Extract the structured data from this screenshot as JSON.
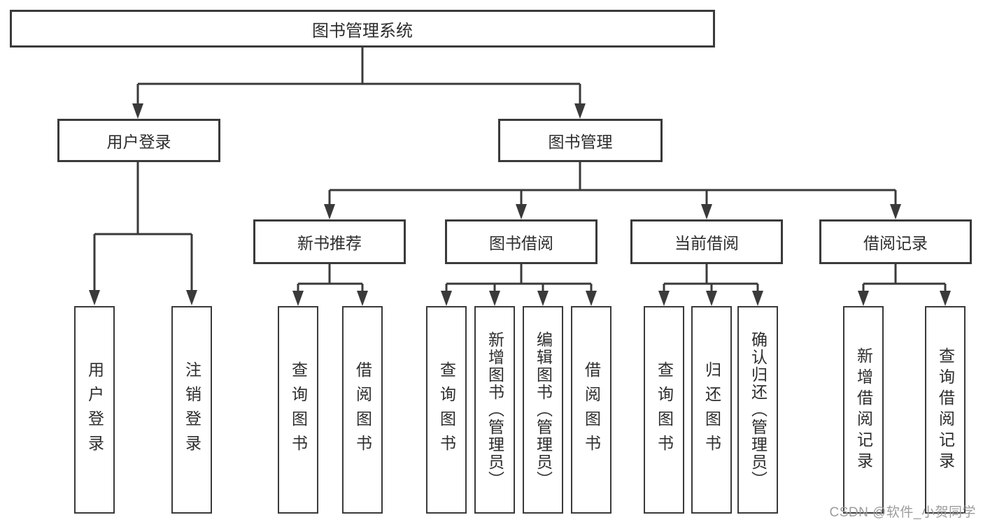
{
  "diagram": {
    "root": {
      "label": "图书管理系统"
    },
    "branches": [
      {
        "label": "用户登录",
        "children": [
          "用户登录",
          "注销登录"
        ]
      },
      {
        "label": "图书管理",
        "children_groups": [
          {
            "label": "新书推荐",
            "children": [
              "查询图书",
              "借阅图书"
            ]
          },
          {
            "label": "图书借阅",
            "children": [
              "查询图书",
              "新增图书（管理员）",
              "编辑图书（管理员）",
              "借阅图书"
            ]
          },
          {
            "label": "当前借阅",
            "children": [
              "查询图书",
              "归还图书",
              "确认归还（管理员）"
            ]
          },
          {
            "label": "借阅记录",
            "children": [
              "新增借阅记录",
              "查询借阅记录"
            ]
          }
        ]
      }
    ]
  },
  "watermark": {
    "text": "CSDN @软件_小贺同学"
  },
  "colors": {
    "line": "#3a3a3a",
    "text": "#2d2d2d",
    "watermark_text": "#9c9c9c",
    "background": "#ffffff"
  }
}
